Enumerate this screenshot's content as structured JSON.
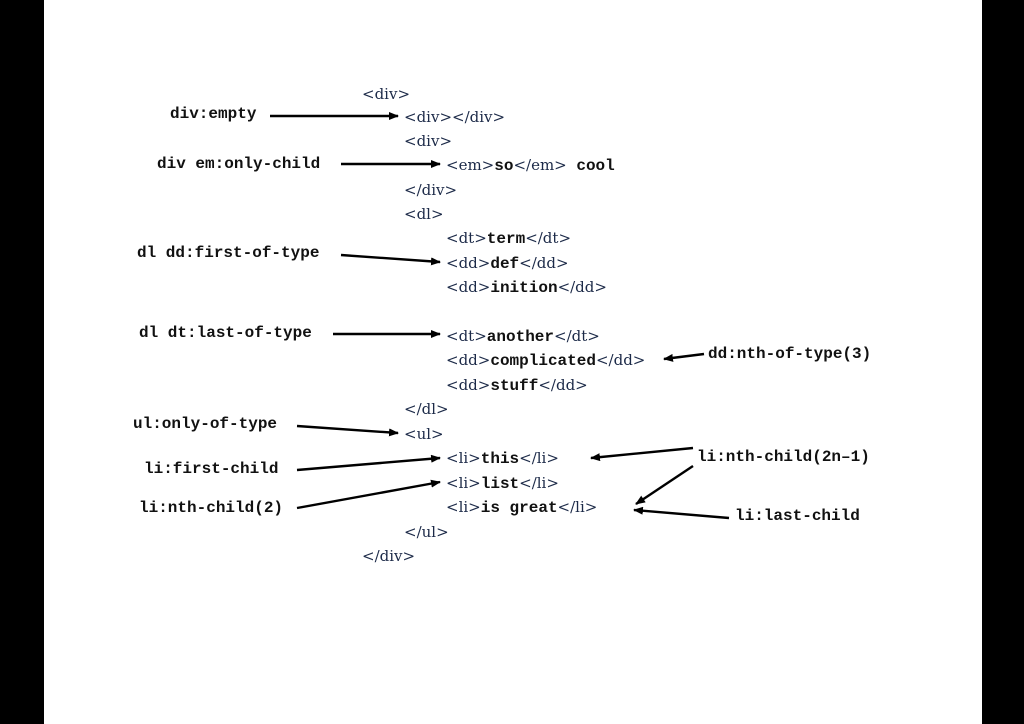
{
  "code": {
    "l01": "<div>",
    "l02": "<div></div>",
    "l03": "<div>",
    "l04_open": "<em>",
    "l04_text": "so",
    "l04_close": "</em>",
    "l04_tail": " cool",
    "l05": "</div>",
    "l06": "<dl>",
    "l07_open": "<dt>",
    "l07_text": "term",
    "l07_close": "</dt>",
    "l08_open": "<dd>",
    "l08_text": "def",
    "l08_close": "</dd>",
    "l09_open": "<dd>",
    "l09_text": "inition",
    "l09_close": "</dd>",
    "l10_open": "<dt>",
    "l10_text": "another",
    "l10_close": "</dt>",
    "l11_open": "<dd>",
    "l11_text": "complicated",
    "l11_close": "</dd>",
    "l12_open": "<dd>",
    "l12_text": "stuff",
    "l12_close": "</dd>",
    "l13": "</dl>",
    "l14": "<ul>",
    "l15_open": "<li>",
    "l15_text": "this",
    "l15_close": "</li>",
    "l16_open": "<li>",
    "l16_text": "list",
    "l16_close": "</li>",
    "l17_open": "<li>",
    "l17_text": "is great",
    "l17_close": "</li>",
    "l18": "</ul>",
    "l19": "</div>"
  },
  "labels": {
    "div_empty": "div:empty",
    "div_em_only_child": "div em:only-child",
    "dl_dd_first_of_type": "dl dd:first-of-type",
    "dl_dt_last_of_type": "dl dt:last-of-type",
    "dd_nth_of_type_3": "dd:nth-of-type(3)",
    "ul_only_of_type": "ul:only-of-type",
    "li_first_child": "li:first-child",
    "li_nth_child_2": "li:nth-child(2)",
    "li_nth_child_2n_1": "li:nth-child(2n–1)",
    "li_last_child": "li:last-child"
  }
}
